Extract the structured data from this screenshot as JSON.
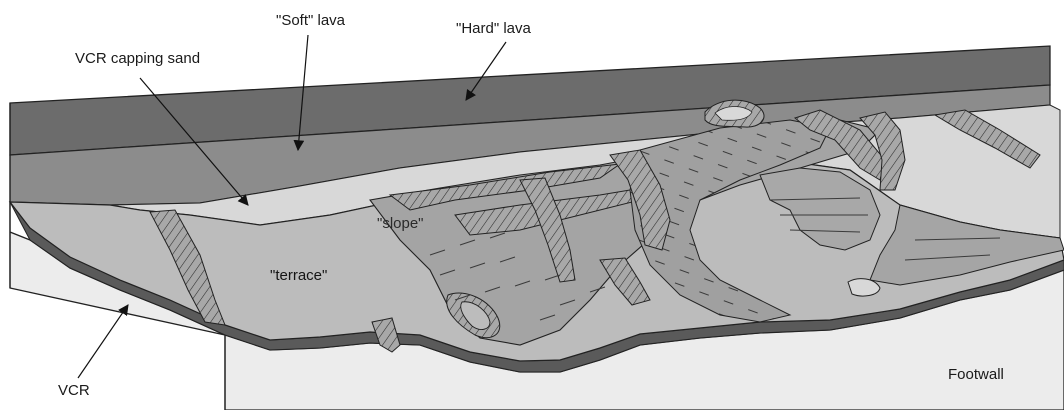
{
  "diagram": {
    "labels": {
      "soft_lava": "\"Soft\" lava",
      "hard_lava": "\"Hard\" lava",
      "vcr_capping_sand": "VCR capping sand",
      "slope": "\"slope\"",
      "terrace": "\"terrace\"",
      "vcr": "VCR",
      "footwall": "Footwall"
    },
    "colors": {
      "hard_lava": "#6f6f6f",
      "soft_lava": "#8a8a8a",
      "capping_sand": "#d7d7d7",
      "terrace": "#b9b9b9",
      "slope": "#a2a2a2",
      "footwall": "#e8e8e8",
      "vcr": "#5e5e5e",
      "line": "#222222"
    }
  }
}
